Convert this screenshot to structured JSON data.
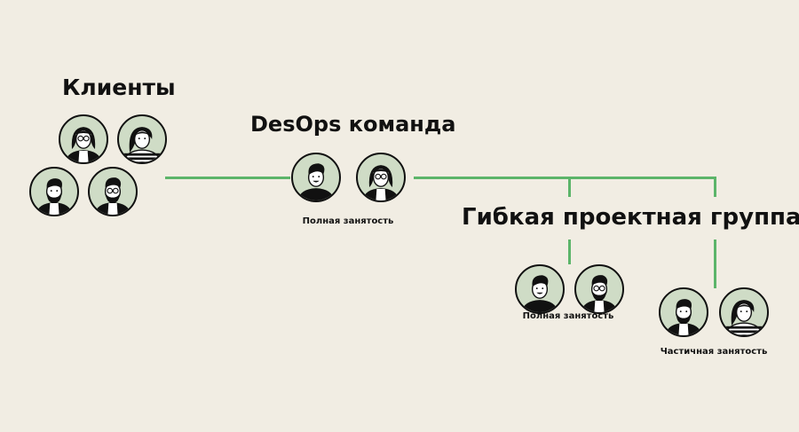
{
  "colors": {
    "background": "#f1ede3",
    "connector": "#5cb56a",
    "avatar_fill": "#cfdcc6",
    "ink": "#111111"
  },
  "clients": {
    "title": "Клиенты",
    "avatars": [
      "woman-glasses-icon",
      "woman-striped-icon",
      "man-beard-icon",
      "man-beard-glasses-icon"
    ]
  },
  "desops": {
    "title": "DesOps команда",
    "label": "Полная занятость",
    "avatars": [
      "man-smiling-icon",
      "woman-glasses-icon"
    ]
  },
  "flex": {
    "title": "Гибкая проектная группа",
    "full": {
      "label": "Полная занятость",
      "avatars": [
        "man-smiling-icon",
        "man-beard-glasses-icon"
      ]
    },
    "part": {
      "label": "Частичная занятость",
      "avatars": [
        "man-beard-icon",
        "woman-striped-icon"
      ]
    }
  }
}
